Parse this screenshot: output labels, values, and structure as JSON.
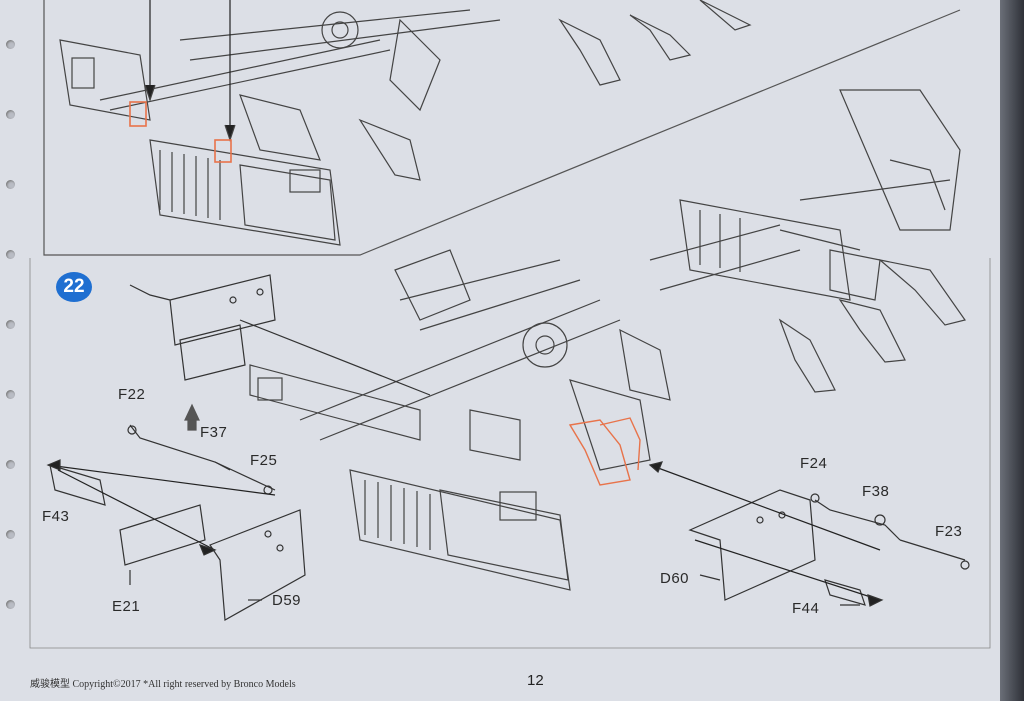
{
  "step": {
    "number": "22"
  },
  "labels": {
    "f22": "F22",
    "f37": "F37",
    "f25": "F25",
    "f43": "F43",
    "e21": "E21",
    "d59": "D59",
    "f24": "F24",
    "f38": "F38",
    "f23": "F23",
    "d60": "D60",
    "f44": "F44"
  },
  "footer": {
    "brand": "威骏模型",
    "copyright": "Copyright©2017 *All right reserved by Bronco Models",
    "page_number": "12"
  },
  "colors": {
    "step_badge": "#1f6fd1",
    "highlight": "#e8734a"
  }
}
